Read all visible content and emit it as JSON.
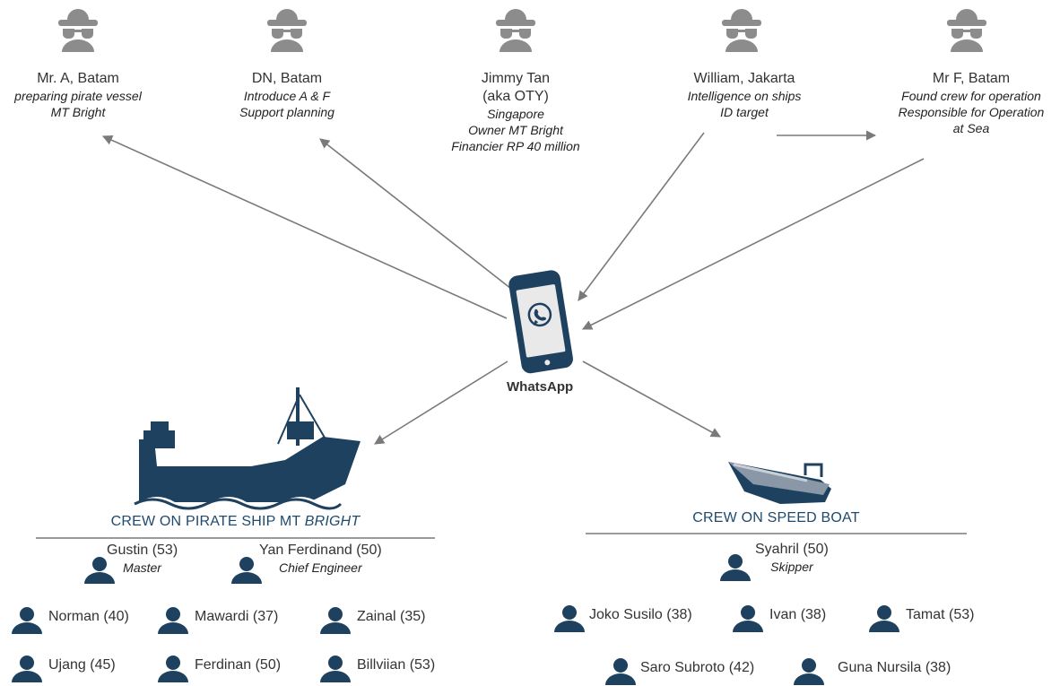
{
  "actors": [
    {
      "name": "Mr. A, Batam",
      "details": [
        "preparing pirate vessel",
        "MT Bright"
      ]
    },
    {
      "name": "DN, Batam",
      "details": [
        "Introduce A & F",
        "Support planning"
      ]
    },
    {
      "name": "Jimmy Tan",
      "details": [
        "Singapore",
        "Owner MT Bright",
        "Financier RP 40 million"
      ],
      "aka": "(aka OTY)"
    },
    {
      "name": "William, Jakarta",
      "details": [
        "Intelligence on ships",
        "ID target"
      ]
    },
    {
      "name": "Mr F, Batam",
      "details": [
        "Found crew for operation",
        "Responsible for Operation",
        "at Sea"
      ]
    }
  ],
  "hub": {
    "label": "WhatsApp",
    "icon": "whatsapp-phone-icon"
  },
  "pirate_ship": {
    "title_prefix": "CREW ON PIRATE SHIP MT ",
    "title_italic": "BRIGHT",
    "leaders": [
      {
        "name": "Gustin (53)",
        "role": "Master"
      },
      {
        "name": "Yan Ferdinand (50)",
        "role": "Chief Engineer"
      }
    ],
    "crew": [
      "Norman (40)",
      "Mawardi (37)",
      "Zainal (35)",
      "Ujang (45)",
      "Ferdinan (50)",
      "Billviian (53)"
    ]
  },
  "speed_boat": {
    "title": "CREW ON SPEED BOAT",
    "leader": {
      "name": "Syahril (50)",
      "role": "Skipper"
    },
    "crew": [
      "Joko Susilo (38)",
      "Ivan (38)",
      "Tamat (53)",
      "Saro Subroto (42)",
      "Guna Nursila (38)"
    ]
  },
  "colors": {
    "navy": "#1e4160",
    "spy_gray": "#8c8c8c",
    "arrow": "#7a7a7a",
    "divider": "#7a7a7a"
  }
}
